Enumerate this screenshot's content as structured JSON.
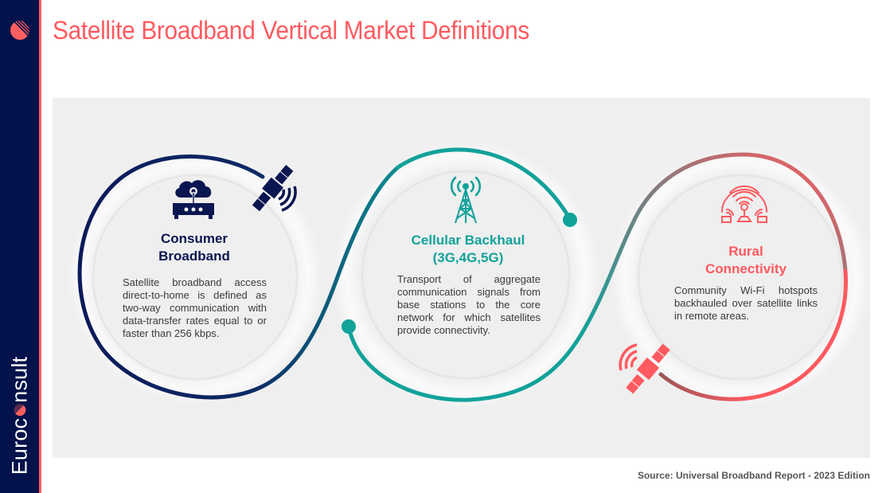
{
  "header": {
    "title": "Satellite Broadband Vertical Market Definitions"
  },
  "brand": {
    "name_prefix": "Euroc",
    "name_suffix": "nsult",
    "colors": {
      "navy": "#03124a",
      "coral": "#ff5a5f",
      "teal": "#11a29a"
    }
  },
  "sections": [
    {
      "id": "consumer",
      "title_line1": "Consumer",
      "title_line2": "Broadband",
      "description": "Satellite broadband access direct-to-home is defined as two-way communication with data-transfer rates equal to or faster than 256 kbps.",
      "icon": "cloud-router-icon",
      "accent_icon": "satellite-icon",
      "color": "#0a1650"
    },
    {
      "id": "cellular",
      "title_line1": "Cellular Backhaul",
      "title_line2": "(3G,4G,5G)",
      "description": "Transport of aggregate communication signals from base stations to the core network for which satellites provide connectivity.",
      "icon": "cell-tower-icon",
      "color": "#11a29a"
    },
    {
      "id": "rural",
      "title_line1": "Rural",
      "title_line2": "Connectivity",
      "description": "Community Wi-Fi hotspots backhauled over satellite links in remote areas.",
      "icon": "wifi-hotspot-icon",
      "accent_icon": "satellite-icon",
      "color": "#ff5a5f"
    }
  ],
  "footer": {
    "source": "Source: Universal Broadband Report - 2023 Edition"
  }
}
